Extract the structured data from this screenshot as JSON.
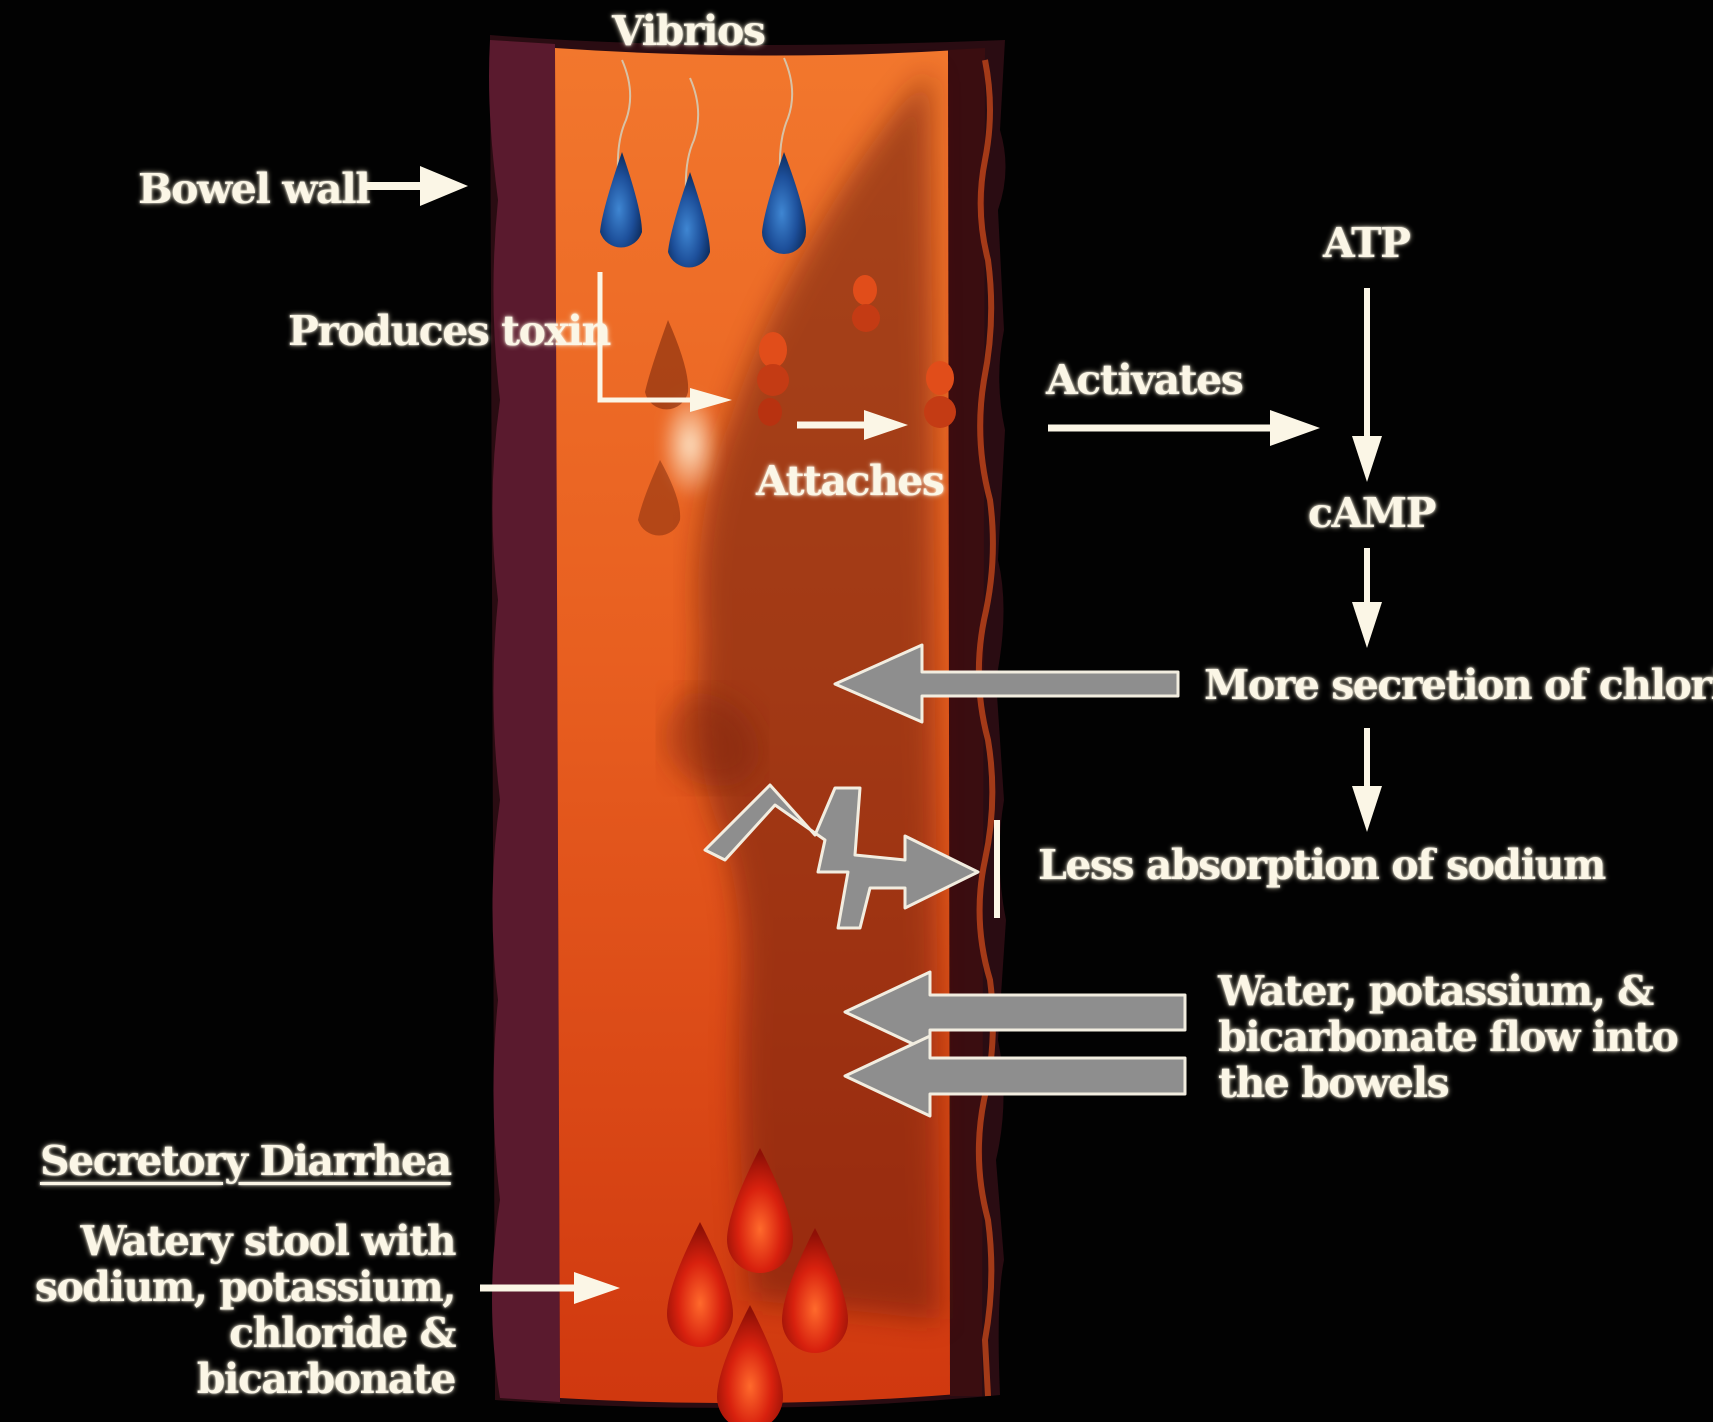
{
  "labels": {
    "vibrios": "Vibrios",
    "bowel_wall": "Bowel wall",
    "produces_toxin": "Produces toxin",
    "attaches": "Attaches",
    "activates": "Activates",
    "atp": "ATP",
    "camp": "cAMP",
    "chloride": "More secretion of chloride",
    "sodium": "Less absorption of sodium",
    "water": "Water, potassium, &\nbicarbonate flow into\nthe bowels",
    "secretory": "Secretory Diarrhea",
    "stool": "Watery stool with\nsodium, potassium,\nchloride & bicarbonate"
  },
  "colors": {
    "background": "#020202",
    "bowel_lumen": "#e25a1c",
    "bowel_wall_edge": "#5a1a2e",
    "vibrio": "#1d4f9a",
    "stool_drop": "#d8210e",
    "text": "#fbf6e6",
    "gray_arrow": "#8e8e8e"
  }
}
